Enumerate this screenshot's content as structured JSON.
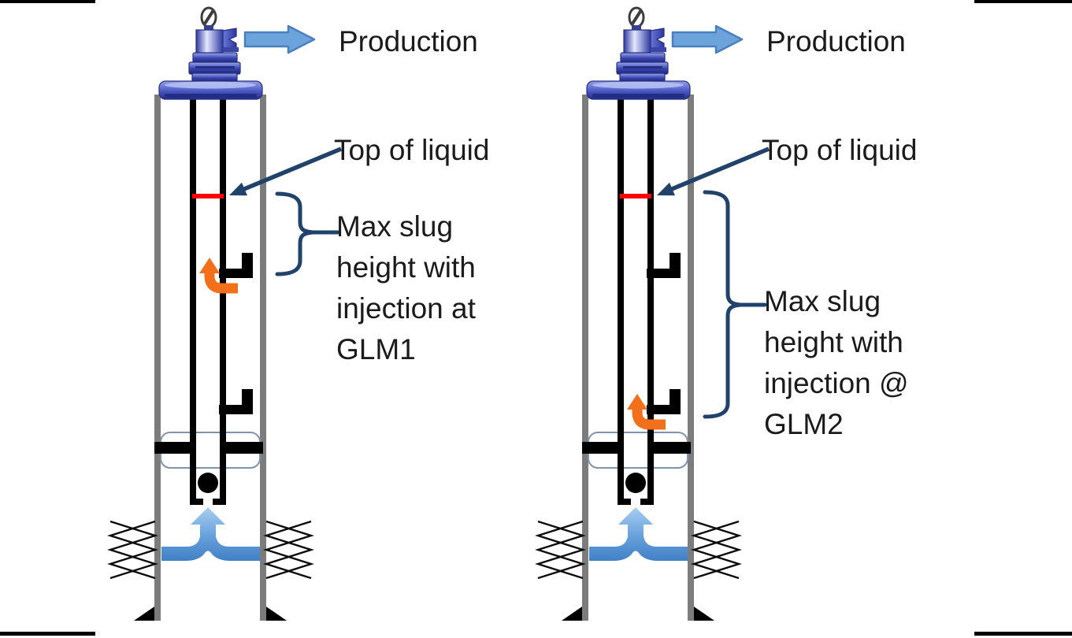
{
  "figure": {
    "kind": "gas-lift well schematic comparison",
    "frame_border_color": "#000000",
    "background": "#ffffff"
  },
  "colors": {
    "annotation_navy": "#21426b",
    "top_of_liquid_red": "#fe0000",
    "injection_orange": "#f2701c",
    "production_arrow_fill": "#6ba3da",
    "production_arrow_stroke": "#4a80bd",
    "inflow_arrow_blue": "#5b9bd5",
    "casing_gray": "#7c7c7c",
    "tubing_black": "#000000",
    "packer_outline": "#8093ae",
    "wellhead_blue": "#3843ad",
    "text_color": "#1b1b1b"
  },
  "icons": {
    "wellhead": "christmas-tree-wellhead",
    "production_arrow": "right-block-arrow",
    "top_of_liquid_marker": "red-level-tick",
    "top_of_liquid_pointer": "navy-diagonal-arrow",
    "max_slug_brace": "curly-brace",
    "gas_lift_mandrel": "black-L-mandrel",
    "injection_arrow": "orange-elbow-up-arrow",
    "packer": "rounded-box-with-bars",
    "standing_valve": "black-ball",
    "inflow_arrow": "blue-merge-up-arrow",
    "perforations": "zigzag-springs",
    "casing_shoe": "black-wedge-triangles"
  },
  "wells": [
    {
      "id": "well-glm1",
      "production_label": "Production",
      "top_of_liquid_label": "Top of liquid",
      "max_slug_label": "Max slug height with injection at GLM1",
      "injection_point": "GLM1"
    },
    {
      "id": "well-glm2",
      "production_label": "Production",
      "top_of_liquid_label": "Top of liquid",
      "max_slug_label": "Max slug height with injection @ GLM2",
      "injection_point": "GLM2"
    }
  ]
}
